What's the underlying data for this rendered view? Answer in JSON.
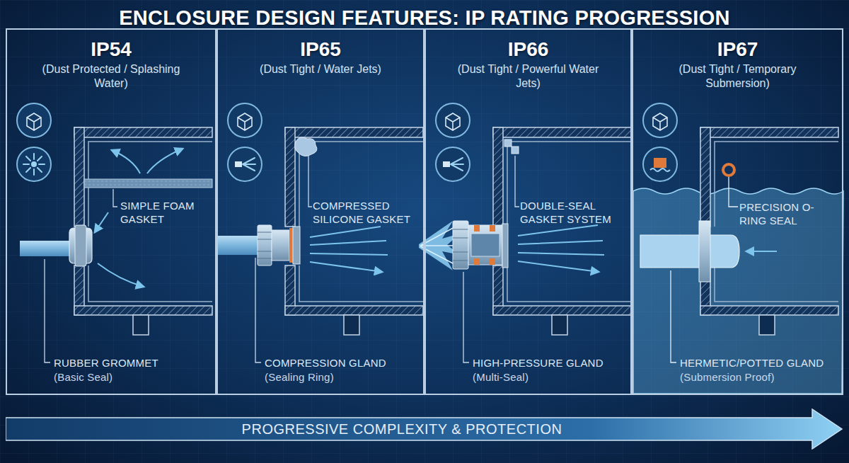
{
  "diagram": {
    "title": "ENCLOSURE DESIGN FEATURES: IP RATING PROGRESSION",
    "nodes": [
      {
        "text": [
          "IP54",
          "(Dust Protected / Splashing Water)"
        ]
      },
      {
        "text": [
          "IP65",
          "(Dust Tight / Water Jets)"
        ]
      },
      {
        "text": [
          "IP66",
          "(Dust Tight / Powerful Water Jets)"
        ]
      },
      {
        "text": [
          "IP67",
          "(Dust Tight / Temporary Submersion)"
        ]
      },
      {
        "text": [
          "PROGRESSIVE COMPLEXITY & PROTECTION"
        ]
      }
    ],
    "labels": [
      "SIMPLE FOAM GASKET",
      "RUBBER GROMMET",
      "(Basic Seal)",
      "COMPRESSED SILICONE GASKET",
      "COMPRESSION GLAND",
      "(Sealing Ring)",
      "DOUBLE-SEAL GASKET SYSTEM",
      "HIGH-PRESSURE GLAND",
      "(Multi-Seal)",
      "PRECISION O-RING SEAL",
      "HERMETIC/POTTED GLAND",
      "(Submersion Proof)"
    ]
  }
}
